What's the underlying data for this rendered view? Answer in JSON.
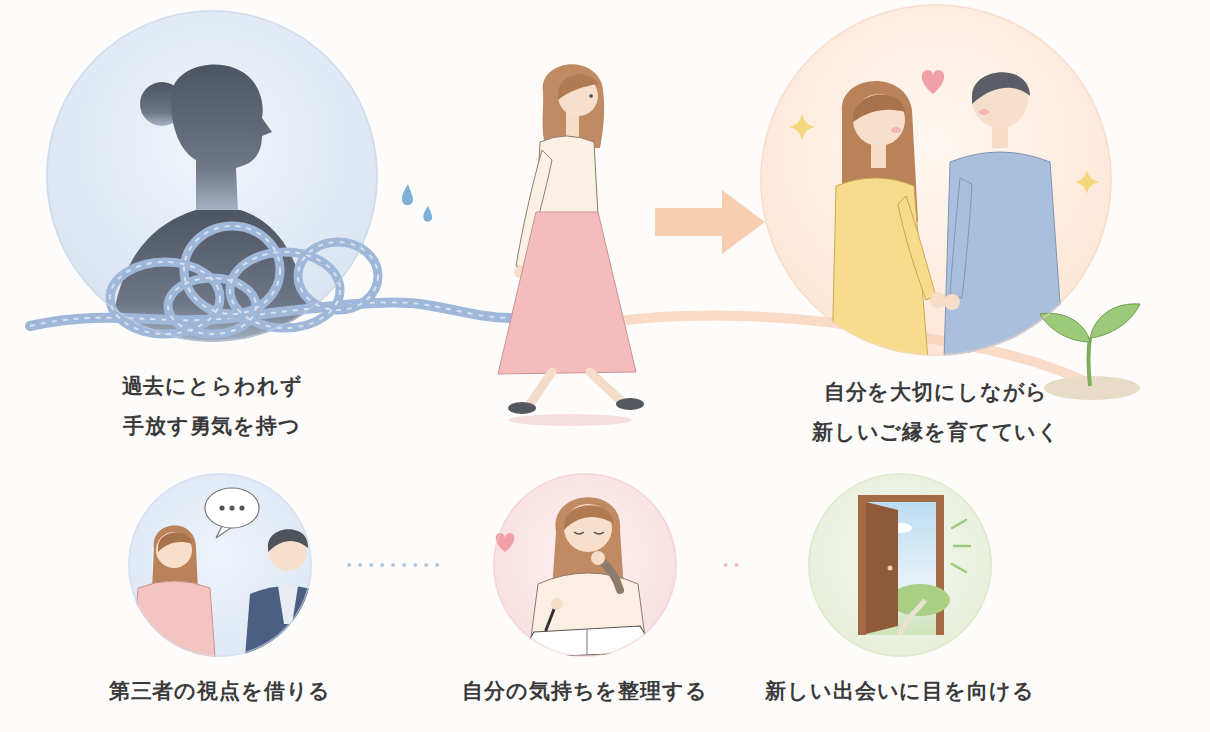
{
  "diagram": {
    "nodes": [
      {
        "text": [
          "過去にとらわれず 手放す勇気を持つ"
        ]
      },
      {
        "text": [
          "自分を大切にしながら 新しいご縁を育てていく"
        ]
      },
      {
        "text": [
          "第三者の視点を借りる"
        ]
      },
      {
        "text": [
          "自分の気持ちを整理する"
        ]
      },
      {
        "text": [
          "新しい出会いに目を向ける"
        ]
      }
    ],
    "edges": [
      {
        "from": 2,
        "to": 3,
        "arrow": "none"
      },
      {
        "from": 3,
        "to": 4,
        "arrow": "none"
      }
    ]
  }
}
